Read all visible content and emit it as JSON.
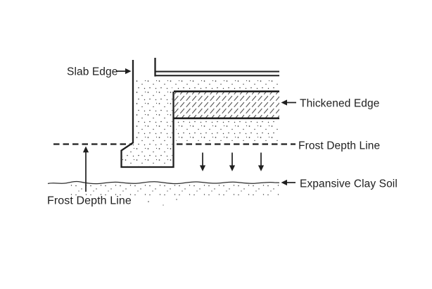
{
  "labels": {
    "slab_edge": "Slab Edge",
    "thickened_edge": "Thickened Edge",
    "frost_depth_line_right": "Frost Depth Line",
    "expansive_clay_soil": "Expansive Clay Soil",
    "frost_depth_line_bottom": "Frost Depth Line"
  },
  "colors": {
    "ink": "#1f1f1f",
    "hatch": "#515151",
    "stipple": "#3e3e3e",
    "background": "#ffffff"
  }
}
